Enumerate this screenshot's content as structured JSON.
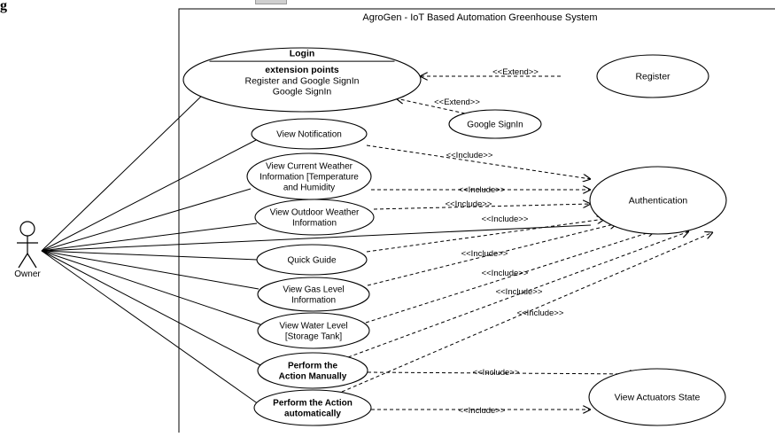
{
  "corner_label": "g",
  "system": {
    "title": "AgroGen - IoT Based Automation Greenhouse System"
  },
  "actor": {
    "name": "Owner"
  },
  "use_cases": [
    {
      "id": "login",
      "lines": [
        "Login",
        "extension points",
        "Register and Google SignIn",
        "Google SignIn"
      ]
    },
    {
      "id": "register",
      "lines": [
        "Register"
      ]
    },
    {
      "id": "google-signin",
      "lines": [
        "Google SignIn"
      ]
    },
    {
      "id": "view-notification",
      "lines": [
        "View Notification"
      ]
    },
    {
      "id": "view-current-weather",
      "lines": [
        "View Current Weather",
        "Information [Temperature",
        "and Humidity"
      ]
    },
    {
      "id": "view-outdoor-weather",
      "lines": [
        "View Outdoor Weather",
        "Information"
      ]
    },
    {
      "id": "quick-guide",
      "lines": [
        "Quick Guide"
      ]
    },
    {
      "id": "view-gas-level",
      "lines": [
        "View Gas Level",
        "Information"
      ]
    },
    {
      "id": "view-water-level",
      "lines": [
        "View Water Level",
        "[Storage Tank]"
      ]
    },
    {
      "id": "perform-manually",
      "lines": [
        "Perform the",
        "Action Manually"
      ]
    },
    {
      "id": "perform-automatically",
      "lines": [
        "Perform the Action",
        "automatically"
      ]
    },
    {
      "id": "authentication",
      "lines": [
        "Authentication"
      ]
    },
    {
      "id": "view-actuators-state",
      "lines": [
        "View Actuators State"
      ]
    }
  ],
  "relations": [
    {
      "from": "register",
      "to": "login",
      "label": "<<Extend>>"
    },
    {
      "from": "google-signin",
      "to": "login",
      "label": "<<Extend>>"
    },
    {
      "from": "view-notification",
      "to": "authentication",
      "label": "<<Include>>"
    },
    {
      "from": "view-current-weather",
      "to": "authentication",
      "label": "<<Include>>"
    },
    {
      "from": "view-outdoor-weather",
      "to": "authentication",
      "label": "<<Include>>"
    },
    {
      "from": "quick-guide",
      "to": "authentication",
      "label": "<<Include>>"
    },
    {
      "from": "view-gas-level",
      "to": "authentication",
      "label": "<<Include>>"
    },
    {
      "from": "view-water-level",
      "to": "authentication",
      "label": "<<Include>>"
    },
    {
      "from": "perform-manually",
      "to": "authentication",
      "label": "<<Include>>"
    },
    {
      "from": "perform-automatically",
      "to": "authentication",
      "label": "<<Include>>"
    },
    {
      "from": "perform-manually",
      "to": "view-actuators-state",
      "label": "<<Include>>"
    },
    {
      "from": "perform-automatically",
      "to": "view-actuators-state",
      "label": "<<Include>>"
    }
  ],
  "actor_associations": [
    "login",
    "view-notification",
    "view-current-weather",
    "view-outdoor-weather",
    "authentication",
    "quick-guide",
    "view-gas-level",
    "view-water-level",
    "perform-manually",
    "perform-automatically"
  ]
}
